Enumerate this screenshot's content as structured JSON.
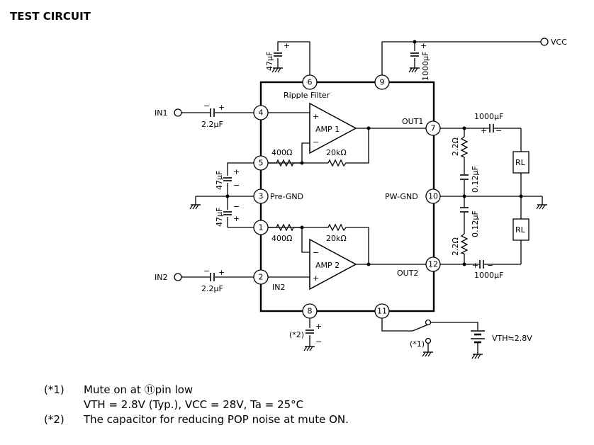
{
  "title": "TEST CIRCUIT",
  "terminals": {
    "vcc": "VCC",
    "in1": "IN1",
    "in2": "IN2"
  },
  "pins": {
    "p1": "1",
    "p2": "2",
    "p3": "3",
    "p4": "4",
    "p5": "5",
    "p6": "6",
    "p7": "7",
    "p8": "8",
    "p9": "9",
    "p10": "10",
    "p11": "11",
    "p12": "12"
  },
  "labels": {
    "ripple_filter": "Ripple Filter",
    "amp1": "AMP 1",
    "amp2": "AMP 2",
    "out1": "OUT1",
    "out2": "OUT2",
    "pw_gnd": "PW-GND",
    "pre_gnd": "Pre-GND",
    "in2_inner": "IN2"
  },
  "components": {
    "c_pin6": "47μF",
    "c_pin9": "1000μF",
    "c_in1": "2.2μF",
    "c_in2": "2.2μF",
    "c_pin5": "47μF",
    "c_pin1": "47μF",
    "r_400_top": "400Ω",
    "r_20k_top": "20kΩ",
    "r_400_bot": "400Ω",
    "r_20k_bot": "20kΩ",
    "r_2_2_top": "2.2Ω",
    "c_012_top": "0.12μF",
    "r_2_2_bot": "2.2Ω",
    "c_012_bot": "0.12μF",
    "c_out1": "1000μF",
    "c_out2": "1000μF",
    "rl_top": "RL",
    "rl_bot": "RL",
    "c_pin8_tag": "(*2)",
    "mute_tag": "(*1)",
    "vth": "VTH≒2.8V"
  },
  "notes": {
    "n1_tag": "(*1)",
    "n1_text": "Mute on at ⑪pin low",
    "n1_detail": "VTH = 2.8V (Typ.), VCC = 28V, Ta = 25°C",
    "n2_tag": "(*2)",
    "n2_text": "The capacitor for reducing POP noise at mute ON."
  }
}
